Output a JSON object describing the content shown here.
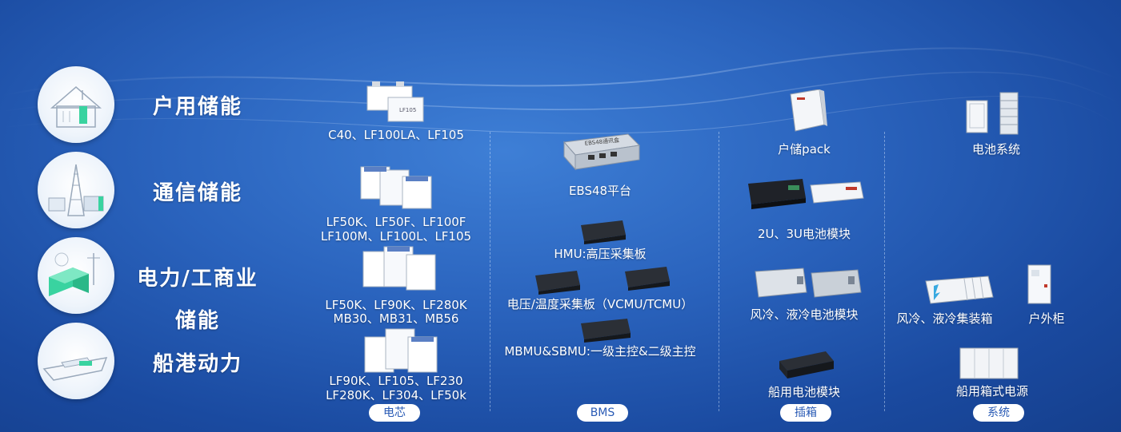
{
  "categories": [
    {
      "label": "户用储能"
    },
    {
      "label": "通信储能"
    },
    {
      "label": "电力/工商业"
    },
    {
      "label": "储能"
    },
    {
      "label": "船港动力"
    }
  ],
  "cells": [
    {
      "line1": "C40、LF100LA、LF105"
    },
    {
      "line1": "LF50K、LF50F、LF100F",
      "line2": "LF100M、LF100L、LF105"
    },
    {
      "line1": "LF50K、LF90K、LF280K",
      "line2": "MB30、MB31、MB56"
    },
    {
      "line1": "LF90K、LF105、LF230",
      "line2": "LF280K、LF304、LF50k"
    }
  ],
  "bms": [
    {
      "label": "EBS48平台"
    },
    {
      "label": "HMU:高压采集板"
    },
    {
      "label": "电压/温度采集板（VCMU/TCMU）"
    },
    {
      "label": "MBMU&SBMU:一级主控&二级主控"
    }
  ],
  "modules": [
    {
      "label": "户储pack"
    },
    {
      "label": "2U、3U电池模块"
    },
    {
      "label": "风冷、液冷电池模块"
    },
    {
      "label": "船用电池模块"
    }
  ],
  "systems": [
    {
      "label": "电池系统"
    },
    {
      "label": "风冷、液冷集装箱"
    },
    {
      "label": "户外柜"
    },
    {
      "label": "船用箱式电源"
    }
  ],
  "pills": [
    {
      "label": "电芯"
    },
    {
      "label": "BMS"
    },
    {
      "label": "插箱"
    },
    {
      "label": "系统"
    }
  ],
  "product_badges": {
    "cell_tag": "LF105",
    "ebs_device": "EBS48通讯盒"
  },
  "colors": {
    "background": "#2a63bd",
    "accent_green": "#39d3a0",
    "text": "#ffffff",
    "pill_text": "#2a5bb5"
  }
}
